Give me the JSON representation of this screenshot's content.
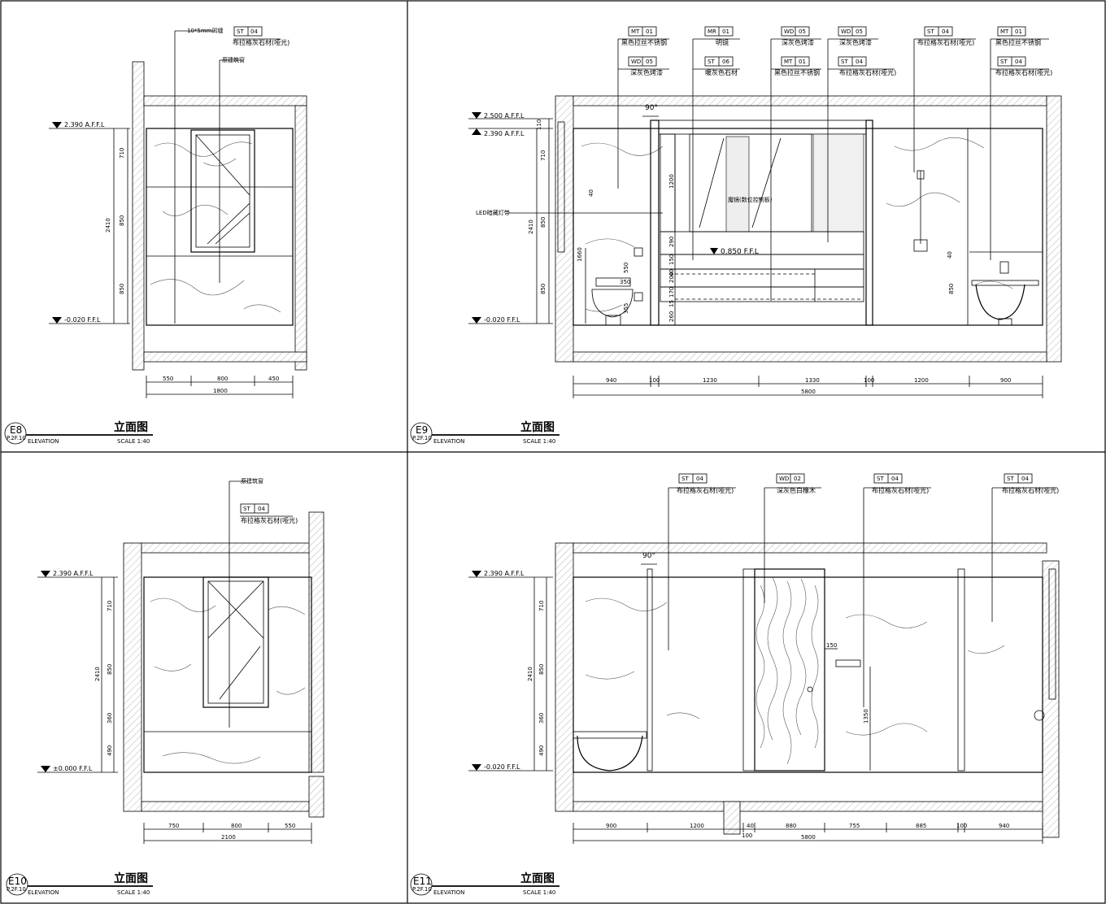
{
  "panels": {
    "e8": {
      "id": "E8",
      "ref": "P.2F.10",
      "title": "立面图",
      "subtitle": "ELEVATION",
      "scale": "SCALE  1:40"
    },
    "e9": {
      "id": "E9",
      "ref": "P.2F.10",
      "title": "立面图",
      "subtitle": "ELEVATION",
      "scale": "SCALE  1:40"
    },
    "e10": {
      "id": "E10",
      "ref": "P.2F.10",
      "title": "立面图",
      "subtitle": "ELEVATION",
      "scale": "SCALE  1:40"
    },
    "e11": {
      "id": "E11",
      "ref": "P.2F.10",
      "title": "立面图",
      "subtitle": "ELEVATION",
      "scale": "SCALE  1:40"
    }
  },
  "e8": {
    "note_groove": "10*5mm凹缝",
    "note_original": "原建筑窗",
    "tag": {
      "code": "ST",
      "num": "04",
      "desc": "布拉格灰石材(哑光)"
    },
    "levels": [
      "2.390 A.F.F.L",
      "-0.020 F.F.L"
    ],
    "vdims": [
      "710",
      "850",
      "850"
    ],
    "vtotal": "2410",
    "hdims": [
      "550",
      "800",
      "450"
    ],
    "htotal": "1800"
  },
  "e9": {
    "tags_top": [
      {
        "code": "MT",
        "num": "01",
        "desc": "黑色拉丝不锈钢"
      },
      {
        "code": "MR",
        "num": "01",
        "desc": "明镜"
      },
      {
        "code": "WD",
        "num": "05",
        "desc": "深灰色烤漆"
      },
      {
        "code": "WD",
        "num": "05",
        "desc": "深灰色烤漆"
      },
      {
        "code": "ST",
        "num": "04",
        "desc": "布拉格灰石材(哑光)"
      },
      {
        "code": "MT",
        "num": "01",
        "desc": "黑色拉丝不锈钢"
      }
    ],
    "tags_bottom": [
      {
        "code": "WD",
        "num": "05",
        "desc": "深灰色烤漆"
      },
      {
        "code": "ST",
        "num": "06",
        "desc": "暖灰色石材"
      },
      {
        "code": "MT",
        "num": "01",
        "desc": "黑色拉丝不锈钢"
      },
      {
        "code": "ST",
        "num": "04",
        "desc": "布拉格灰石材(哑光)"
      },
      {
        "code": "ST",
        "num": "04",
        "desc": "布拉格灰石材(哑光)"
      }
    ],
    "levels": [
      "2.500 A.F.F.L",
      "2.390 A.F.F.L",
      "-0.020 F.F.L"
    ],
    "level_counter": "0.850 F.F.L",
    "angle": "90°",
    "led": "LED暗藏灯带",
    "mirror_note": "魔镜(数位控制板)",
    "vdims_left": [
      "110",
      "710",
      "850",
      "850"
    ],
    "vtotal_left": "2410",
    "vdims_inner": [
      "1200",
      "290",
      "150",
      "40",
      "200",
      "170",
      "15",
      "260"
    ],
    "toilet_dims": [
      "1660",
      "550",
      "350",
      "355"
    ],
    "dim_40a": "40",
    "dim_40b": "40",
    "dim_850": "850",
    "hdims": [
      "940",
      "100",
      "1230",
      "1330",
      "100",
      "1200",
      "900"
    ],
    "htotal": "5800"
  },
  "e10": {
    "note_original": "原建筑窗",
    "tag": {
      "code": "ST",
      "num": "04",
      "desc": "布拉格灰石材(哑光)"
    },
    "levels": [
      "2.390 A.F.F.L",
      "±0.000 F.F.L"
    ],
    "vdims": [
      "710",
      "850",
      "360",
      "490"
    ],
    "vtotal": "2410",
    "hdims": [
      "750",
      "800",
      "550"
    ],
    "htotal": "2100"
  },
  "e11": {
    "tags": [
      {
        "code": "ST",
        "num": "04",
        "desc": "布拉格灰石材(哑光)"
      },
      {
        "code": "WD",
        "num": "02",
        "desc": "深灰色白橡木"
      },
      {
        "code": "ST",
        "num": "04",
        "desc": "布拉格灰石材(哑光)"
      },
      {
        "code": "ST",
        "num": "04",
        "desc": "布拉格灰石材(哑光)"
      }
    ],
    "levels": [
      "2.390 A.F.F.L",
      "-0.020 F.F.L"
    ],
    "angle": "90°",
    "vdims": [
      "710",
      "850",
      "360",
      "490"
    ],
    "vtotal": "2410",
    "dim_150": "150",
    "dim_1350": "1350",
    "hdims": [
      "900",
      "1200",
      "40",
      "880",
      "755",
      "885",
      "100",
      "940"
    ],
    "dim_100_low": "100",
    "htotal": "5800"
  }
}
